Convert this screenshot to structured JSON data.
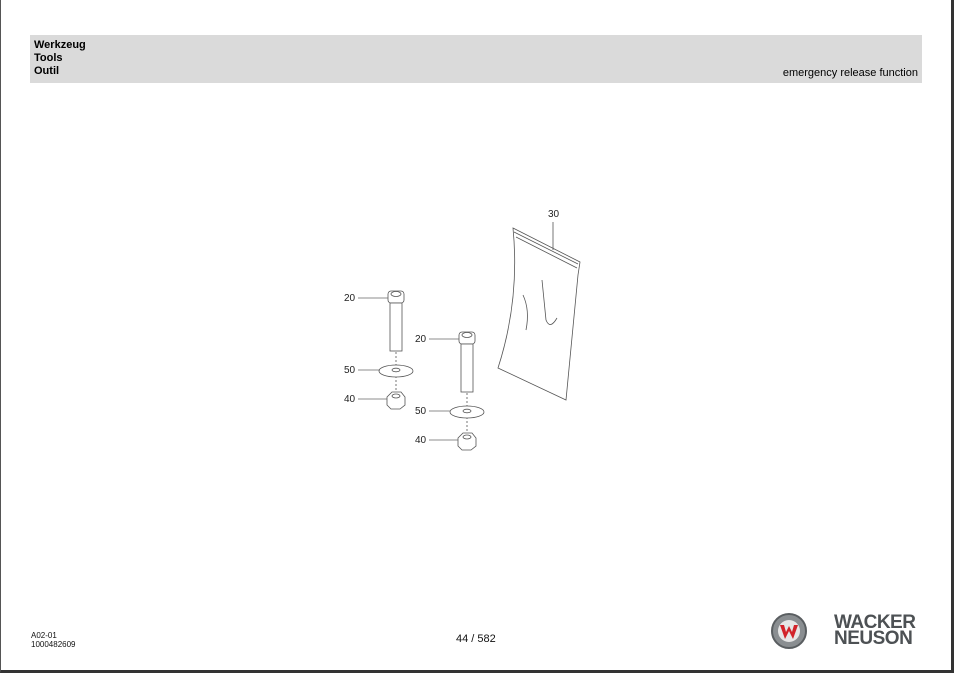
{
  "header": {
    "lines": [
      "Werkzeug",
      "Tools",
      "Outil"
    ],
    "subtitle": "emergency release function"
  },
  "drawing": {
    "callouts": {
      "bag": "30",
      "bolt_left": "20",
      "washer_left": "50",
      "nut_left": "40",
      "bolt_right": "20",
      "washer_right": "50",
      "nut_right": "40"
    }
  },
  "footer": {
    "code": "A02-01",
    "doc_number": "1000482609",
    "page": "44 / 582",
    "brand_line1": "WACKER",
    "brand_line2": "NEUSON",
    "logo_colors": {
      "red": "#d2232a",
      "gray": "#6d7276"
    }
  }
}
